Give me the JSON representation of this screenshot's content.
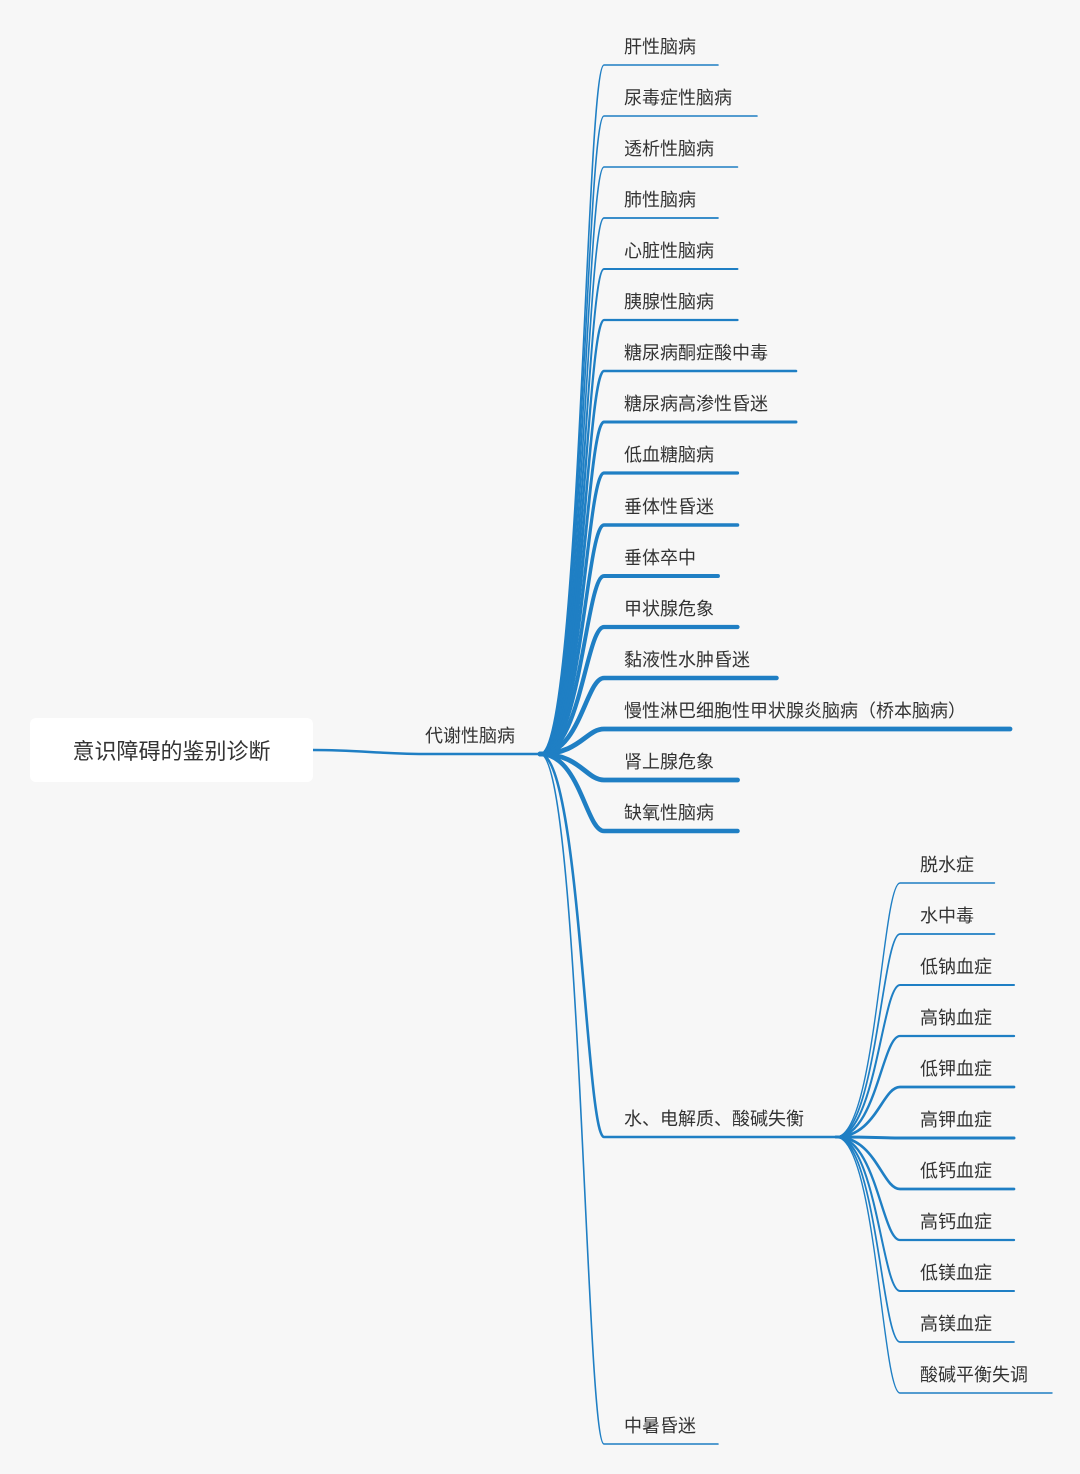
{
  "root": {
    "label": "意识障碍的鉴别诊断"
  },
  "branch": {
    "label": "代谢性脑病",
    "children": [
      {
        "label": "肝性脑病"
      },
      {
        "label": "尿毒症性脑病"
      },
      {
        "label": "透析性脑病"
      },
      {
        "label": "肺性脑病"
      },
      {
        "label": "心脏性脑病"
      },
      {
        "label": "胰腺性脑病"
      },
      {
        "label": "糖尿病酮症酸中毒"
      },
      {
        "label": "糖尿病高渗性昏迷"
      },
      {
        "label": "低血糖脑病"
      },
      {
        "label": "垂体性昏迷"
      },
      {
        "label": "垂体卒中"
      },
      {
        "label": "甲状腺危象"
      },
      {
        "label": "黏液性水肿昏迷"
      },
      {
        "label": "慢性淋巴细胞性甲状腺炎脑病（桥本脑病）"
      },
      {
        "label": "肾上腺危象"
      },
      {
        "label": "缺氧性脑病"
      },
      {
        "label": "水、电解质、酸碱失衡",
        "children": [
          {
            "label": "脱水症"
          },
          {
            "label": "水中毒"
          },
          {
            "label": "低钠血症"
          },
          {
            "label": "高钠血症"
          },
          {
            "label": "低钾血症"
          },
          {
            "label": "高钾血症"
          },
          {
            "label": "低钙血症"
          },
          {
            "label": "高钙血症"
          },
          {
            "label": "低镁血症"
          },
          {
            "label": "高镁血症"
          },
          {
            "label": "酸碱平衡失调"
          }
        ]
      },
      {
        "label": "中暑昏迷"
      }
    ]
  },
  "colors": {
    "background": "#f7f7f7",
    "connector": "#1f7fc4",
    "text": "#333333",
    "root_box": "#ffffff"
  }
}
